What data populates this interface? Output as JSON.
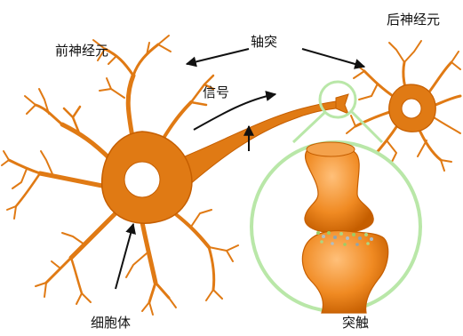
{
  "labels": {
    "presynaptic_neuron": "前神经元",
    "axon": "轴突",
    "postsynaptic_neuron": "后神经元",
    "signal": "信号",
    "cell_body": "细胞体",
    "synapse": "突触"
  },
  "colors": {
    "neuron_fill": "#e07a14",
    "neuron_dark": "#c55e00",
    "nucleus": "#ffffff",
    "magnifier_ring": "#b9e7a8",
    "synapse_light": "#f4a24c",
    "arrow": "#111111"
  }
}
